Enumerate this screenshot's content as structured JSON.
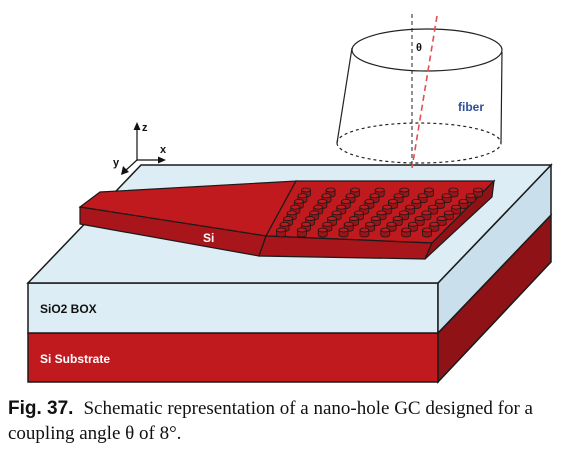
{
  "diagram": {
    "labels": {
      "si": "Si",
      "box": "SiO2 BOX",
      "substrate": "Si Substrate",
      "fiber": "fiber",
      "theta": "θ",
      "axis_z": "z",
      "axis_x": "x",
      "axis_y": "y"
    },
    "colors": {
      "silicon": "#c0191e",
      "silicon_dark": "#8e1216",
      "box": "#dcedf5",
      "outline": "#1a1a1a",
      "fiber_label": "#2f4f9a",
      "fiber_axis": "#e05050"
    },
    "angle_deg": 8,
    "hole_grid": {
      "rows": 8,
      "cols": 8
    }
  },
  "caption": {
    "label": "Fig. 37.",
    "text": "Schematic representation of a nano-hole GC designed for a coupling angle θ of 8°."
  }
}
